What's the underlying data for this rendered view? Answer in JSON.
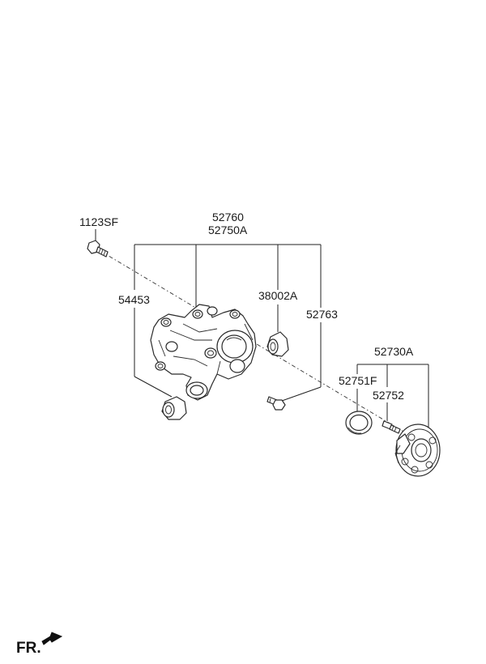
{
  "labels": {
    "p1123sf": "1123SF",
    "p52760": "52760",
    "p52750a": "52750A",
    "p54453": "54453",
    "p38002a": "38002A",
    "p52763": "52763",
    "p52730a": "52730A",
    "p52751f": "52751F",
    "p52752": "52752"
  },
  "front_marker": "FR."
}
